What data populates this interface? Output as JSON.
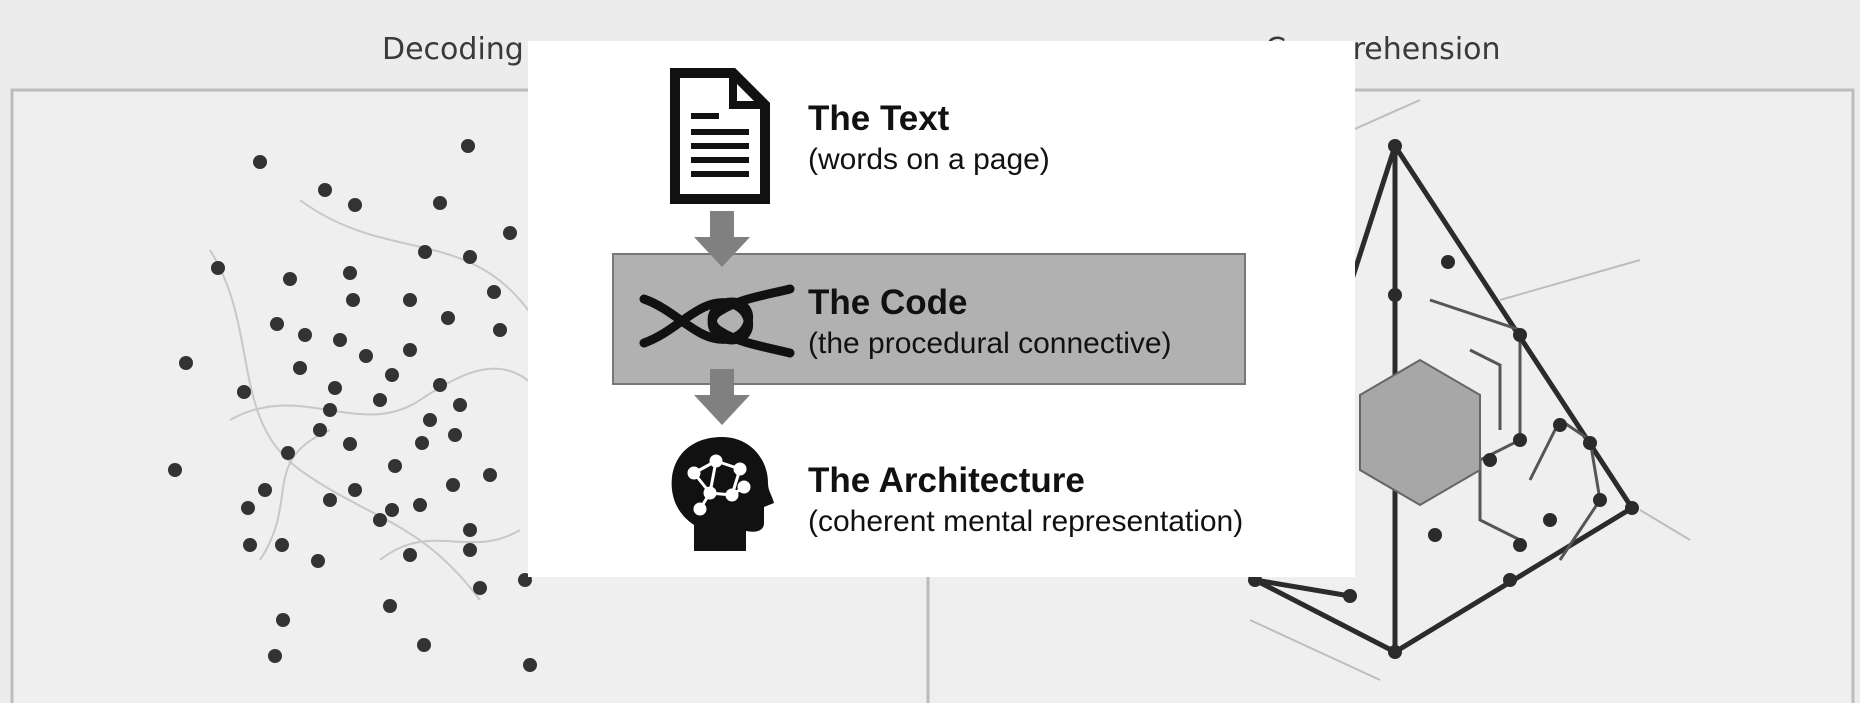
{
  "panels": {
    "left_label": "Decoding",
    "right_label": "Comprehension"
  },
  "flow": [
    {
      "title": "The Text",
      "subtitle": "(words on a page)",
      "icon": "document-icon"
    },
    {
      "title": "The Code",
      "subtitle": "(the procedural connective)",
      "icon": "knot-icon"
    },
    {
      "title": "The Architecture",
      "subtitle": "(coherent mental representation)",
      "icon": "head-network-icon"
    }
  ],
  "colors": {
    "background": "#ececec",
    "code_box": "#b1b1b1",
    "arrow": "#808080",
    "dots": "#333333"
  }
}
